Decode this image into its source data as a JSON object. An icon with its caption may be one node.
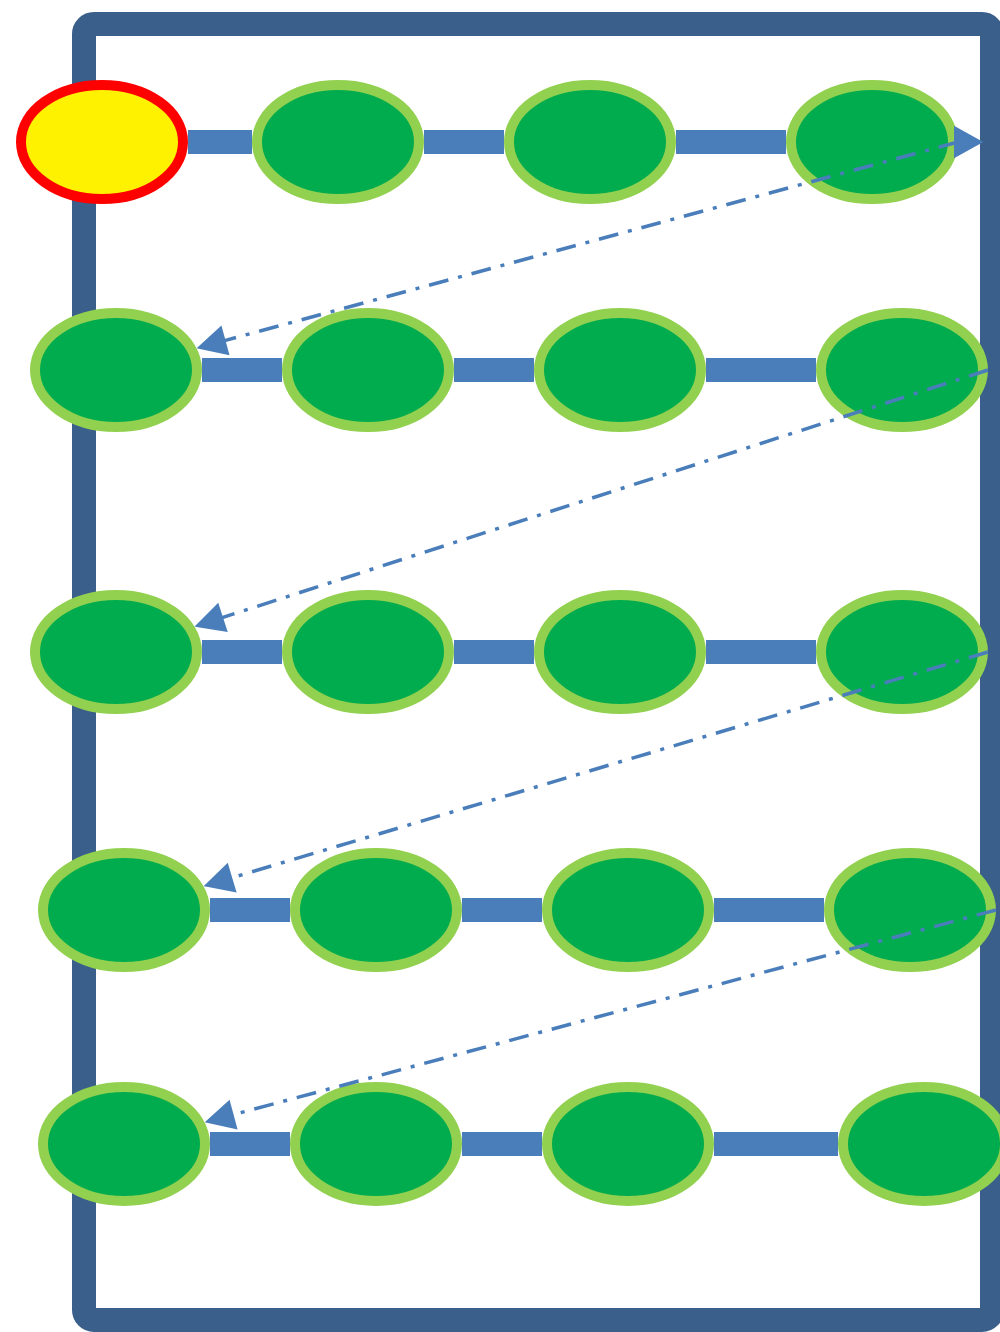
{
  "diagram": {
    "nodes": [
      {
        "text": [],
        "shape": "ellipse"
      },
      {
        "text": [],
        "shape": "ellipse"
      },
      {
        "text": [],
        "shape": "ellipse"
      },
      {
        "text": [],
        "shape": "ellipse"
      },
      {
        "text": [],
        "shape": "ellipse"
      },
      {
        "text": [],
        "shape": "ellipse"
      },
      {
        "text": [],
        "shape": "ellipse"
      },
      {
        "text": [],
        "shape": "ellipse"
      },
      {
        "text": [],
        "shape": "ellipse"
      },
      {
        "text": [],
        "shape": "ellipse"
      },
      {
        "text": [],
        "shape": "ellipse"
      },
      {
        "text": [],
        "shape": "ellipse"
      },
      {
        "text": [],
        "shape": "ellipse"
      },
      {
        "text": [],
        "shape": "ellipse"
      },
      {
        "text": [],
        "shape": "ellipse"
      },
      {
        "text": [],
        "shape": "ellipse"
      },
      {
        "text": [],
        "shape": "ellipse"
      },
      {
        "text": [],
        "shape": "ellipse"
      },
      {
        "text": [],
        "shape": "ellipse"
      },
      {
        "text": [],
        "shape": "ellipse"
      }
    ],
    "edges": [
      {
        "from": 0,
        "to": 1,
        "arrow": "none"
      },
      {
        "from": 1,
        "to": 2,
        "arrow": "none"
      },
      {
        "from": 2,
        "to": 3,
        "arrow": "none"
      },
      {
        "from": 3,
        "to": null,
        "arrow": "to"
      },
      {
        "from": 3,
        "to": 4,
        "arrow": "to",
        "style": "dashed"
      },
      {
        "from": 4,
        "to": 5,
        "arrow": "none"
      },
      {
        "from": 5,
        "to": 6,
        "arrow": "none"
      },
      {
        "from": 6,
        "to": 7,
        "arrow": "none"
      },
      {
        "from": 7,
        "to": 8,
        "arrow": "to",
        "style": "dashed"
      },
      {
        "from": 8,
        "to": 9,
        "arrow": "none"
      },
      {
        "from": 9,
        "to": 10,
        "arrow": "none"
      },
      {
        "from": 10,
        "to": 11,
        "arrow": "none"
      },
      {
        "from": 11,
        "to": 12,
        "arrow": "to",
        "style": "dashed"
      },
      {
        "from": 12,
        "to": 13,
        "arrow": "none"
      },
      {
        "from": 13,
        "to": 14,
        "arrow": "none"
      },
      {
        "from": 14,
        "to": 15,
        "arrow": "none"
      },
      {
        "from": 15,
        "to": 16,
        "arrow": "to",
        "style": "dashed"
      },
      {
        "from": 16,
        "to": 17,
        "arrow": "none"
      },
      {
        "from": 17,
        "to": 18,
        "arrow": "none"
      },
      {
        "from": 18,
        "to": 19,
        "arrow": "none"
      }
    ]
  }
}
